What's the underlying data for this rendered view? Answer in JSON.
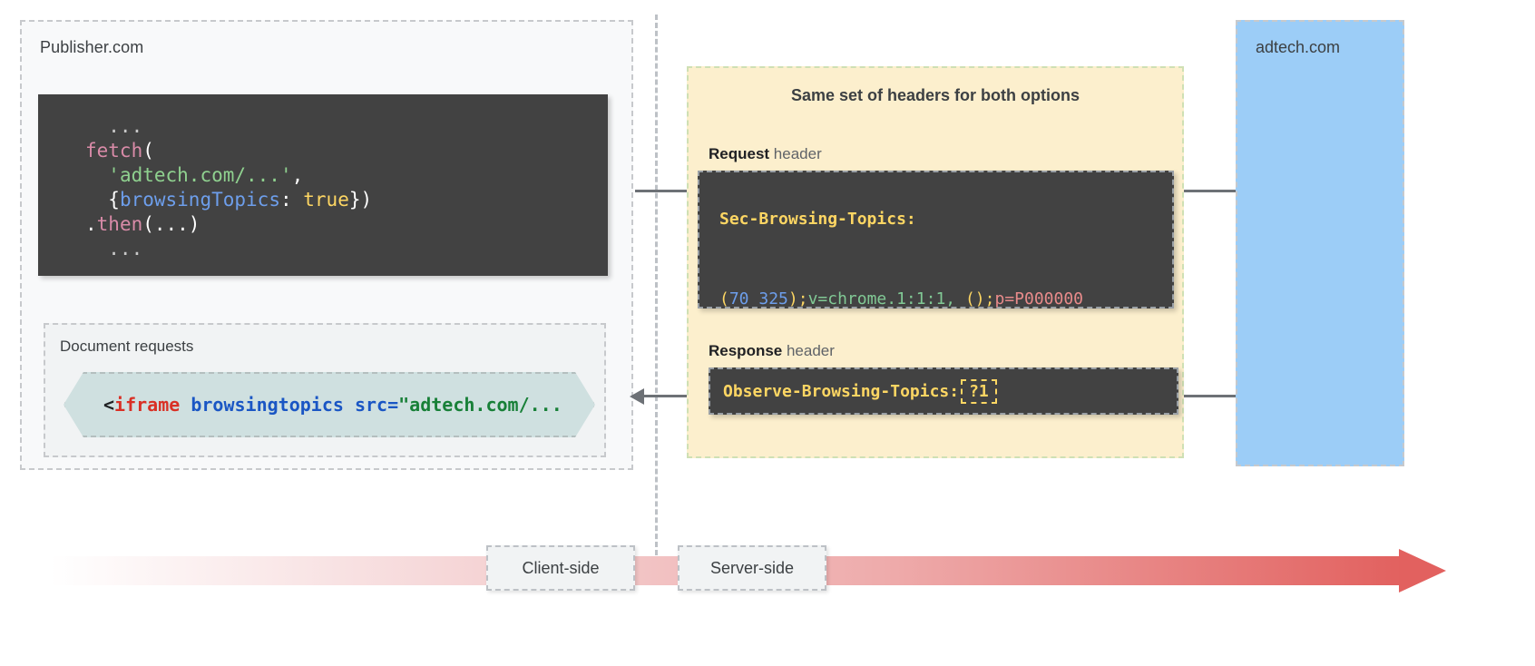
{
  "publisher": {
    "label": "Publisher.com",
    "js_code": {
      "line1_dots": "  ...",
      "line2_fn": "fetch",
      "line2_paren": "(",
      "line3_str": "'adtech.com/...'",
      "line3_comma": ",",
      "line4_open": "{",
      "line4_prop": "browsingTopics",
      "line4_colon": ": ",
      "line4_bool": "true",
      "line4_close": "})",
      "line5_dot": ".",
      "line5_fn": "then",
      "line5_args": "(...)",
      "line6_dots": "  ..."
    },
    "document_requests": {
      "label": "Document requests",
      "iframe_angle": "<",
      "iframe_tag": "iframe",
      "iframe_attr": " browsingtopics src=",
      "iframe_value": "\"adtech.com/..."
    }
  },
  "headers_panel": {
    "title": "Same set of headers for both options",
    "request": {
      "kind_strong": "Request",
      "kind_rest": " header",
      "header_key": "Sec-Browsing-Topics:",
      "value_open_paren": "(",
      "value_num1": "70 325",
      "value_close_paren": ")",
      "value_semi1": ";",
      "value_version": "v=chrome.1:1:1, ",
      "value_empty_paren": "()",
      "value_semi2": ";",
      "value_p": "p=P000000"
    },
    "response": {
      "kind_strong": "Response",
      "kind_rest": " header",
      "header_key": "Observe-Browsing-Topics:",
      "header_value": "?1"
    }
  },
  "adtech": {
    "label": "adtech.com"
  },
  "timeline": {
    "client_label": "Client-side",
    "server_label": "Server-side"
  },
  "colors": {
    "panel_yellow": "#fcefcd",
    "panel_blue": "#9ccdf7",
    "code_bg": "#424242",
    "iframe_hex": "#cfe0e0",
    "accent_red": "#e2615f",
    "header_key_yellow": "#fdd663"
  }
}
